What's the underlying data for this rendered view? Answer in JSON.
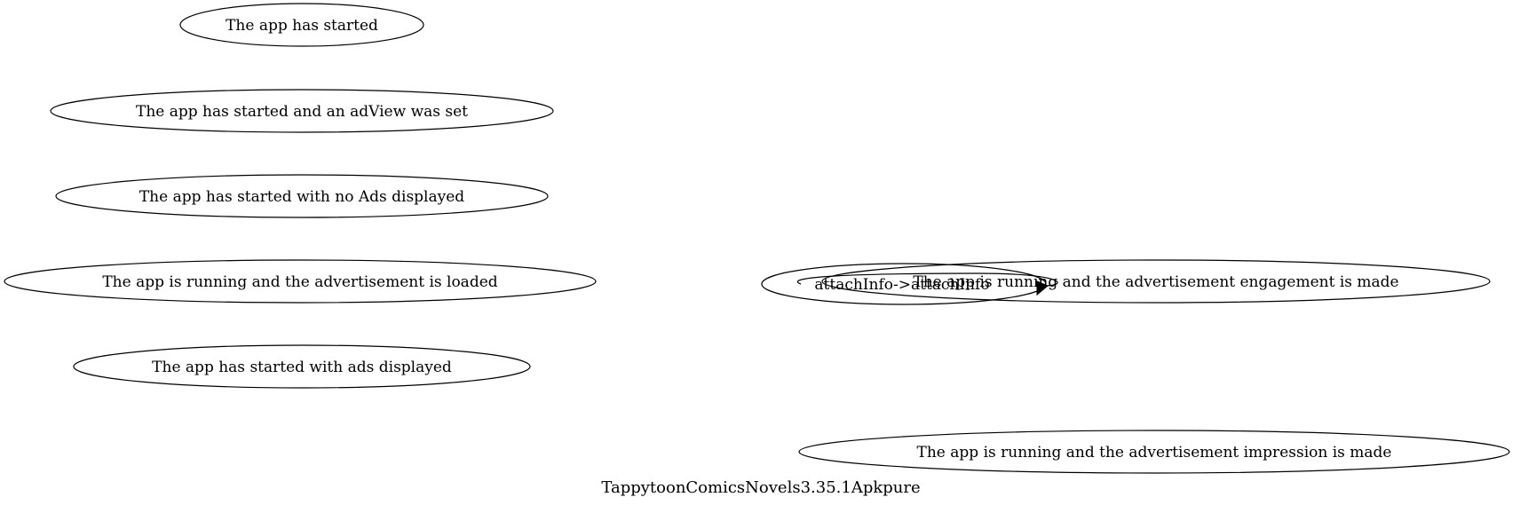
{
  "graph": {
    "caption": "TappytoonComicsNovels3.35.1Apkpure",
    "nodes": [
      {
        "id": "started",
        "label": "The app has started"
      },
      {
        "id": "started_adview",
        "label": "The app has started and an adView was set"
      },
      {
        "id": "started_no_ads",
        "label": "The app has started with no Ads displayed"
      },
      {
        "id": "running_ad_loaded",
        "label": "The app is running and the advertisement is loaded"
      },
      {
        "id": "started_ads_displayed",
        "label": "The app has started with ads displayed"
      },
      {
        "id": "running_engagement",
        "label": "The app is running and the advertisement engagement is made"
      },
      {
        "id": "running_impression",
        "label": "The app is running and the advertisement impression is made"
      }
    ],
    "edges": [
      {
        "from": "running_engagement",
        "to": "running_engagement",
        "label": "attachInfo->attachInfo"
      }
    ]
  }
}
